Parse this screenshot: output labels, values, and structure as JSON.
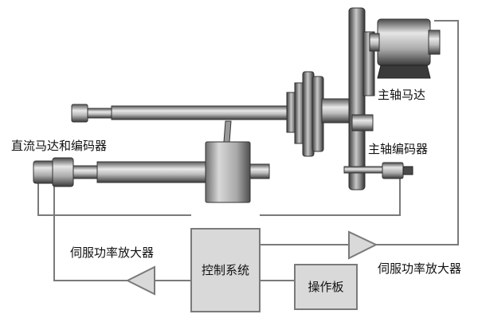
{
  "labels": {
    "spindle_motor": "主轴马达",
    "spindle_encoder": "主轴编码器",
    "dc_motor_encoder": "直流马达和编码器",
    "servo_amp_left": "伺服功率放大器",
    "servo_amp_right": "伺服功率放大器",
    "control_system": "控制系统",
    "operation_panel": "操作板"
  },
  "colors": {
    "line": "#7a7a7a",
    "box_fill": "#d9d9d9",
    "metal_dark": "#3a3a3a",
    "metal_light": "#d0d0d0"
  }
}
